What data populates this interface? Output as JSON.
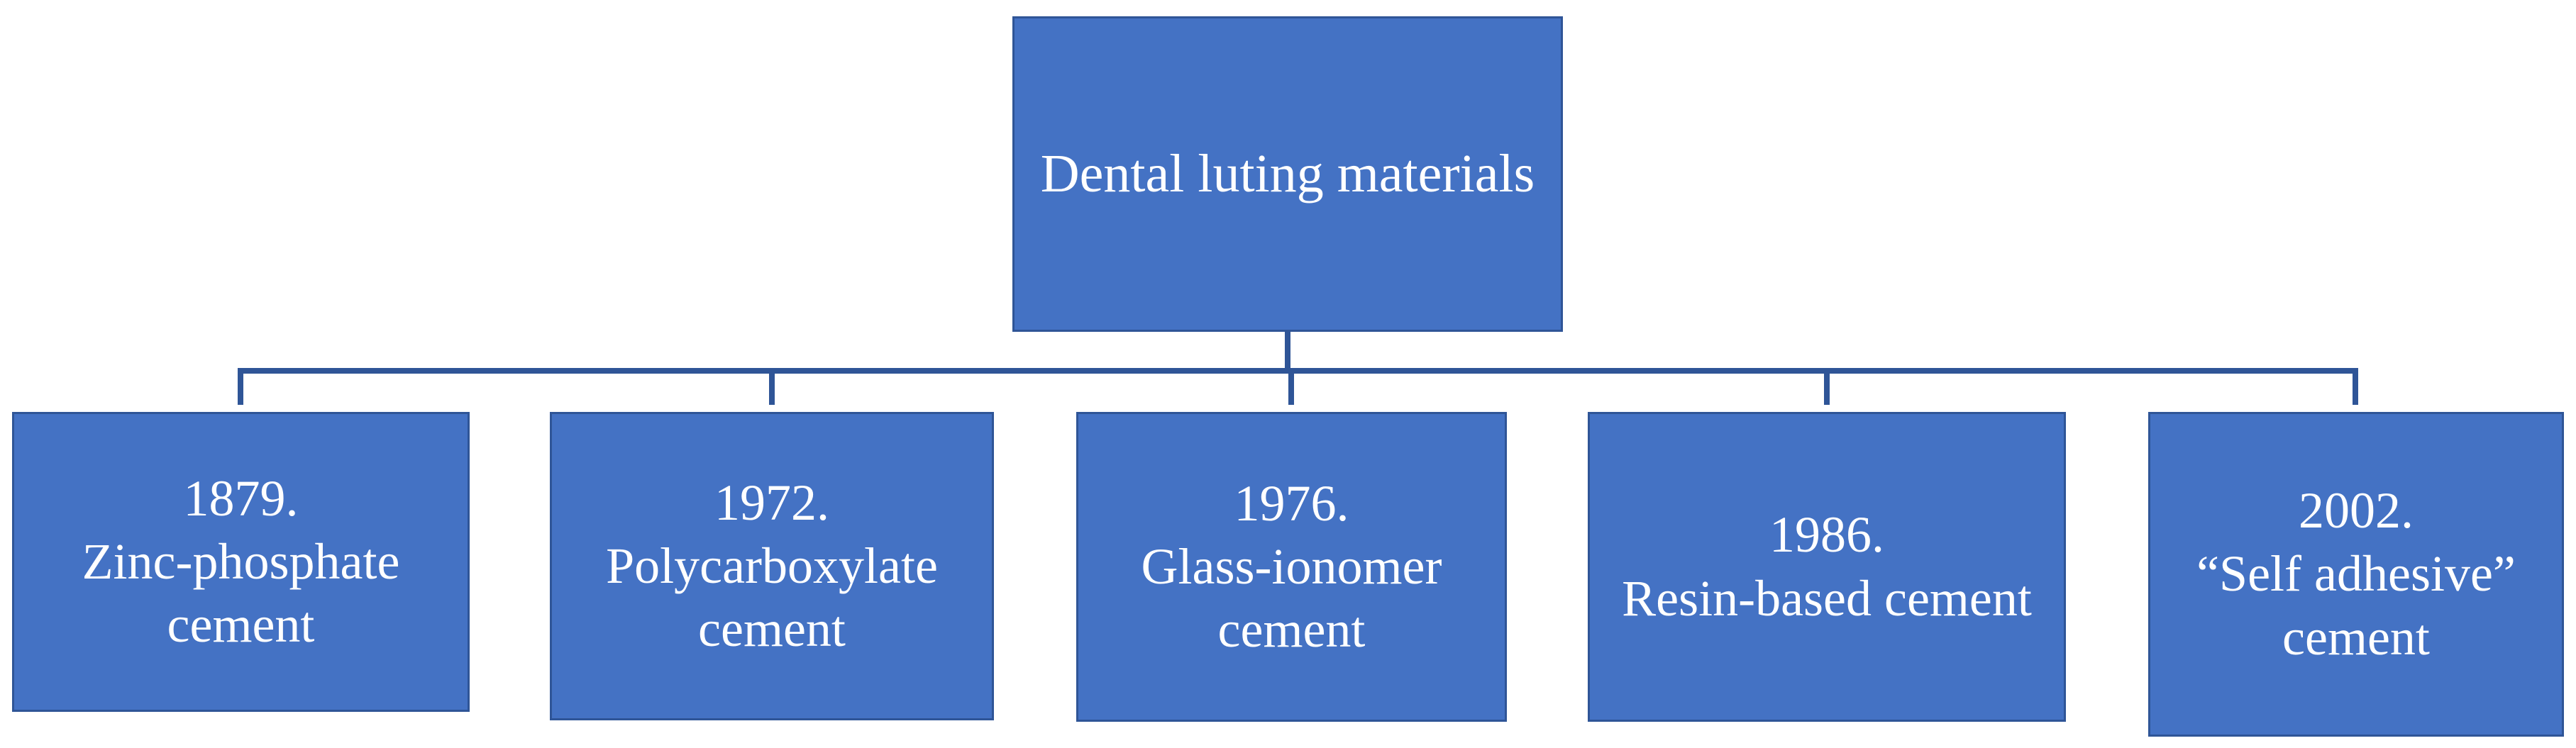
{
  "diagram": {
    "root": {
      "label": "Dental luting materials"
    },
    "children": [
      {
        "year": "1879.",
        "name_line1": "Zinc-phosphate",
        "name_line2": "cement"
      },
      {
        "year": "1972.",
        "name_line1": "Polycarboxylate",
        "name_line2": "cement"
      },
      {
        "year": "1976.",
        "name_line1": "Glass-ionomer",
        "name_line2": "cement"
      },
      {
        "year": "1986.",
        "name_line1": "Resin-based cement",
        "name_line2": ""
      },
      {
        "year": "2002.",
        "name_line1": "“Self adhesive”",
        "name_line2": "cement"
      }
    ],
    "colors": {
      "box_fill": "#4472C4",
      "box_border": "#2F5597",
      "connector": "#2F5597",
      "text": "#FFFFFF"
    }
  }
}
